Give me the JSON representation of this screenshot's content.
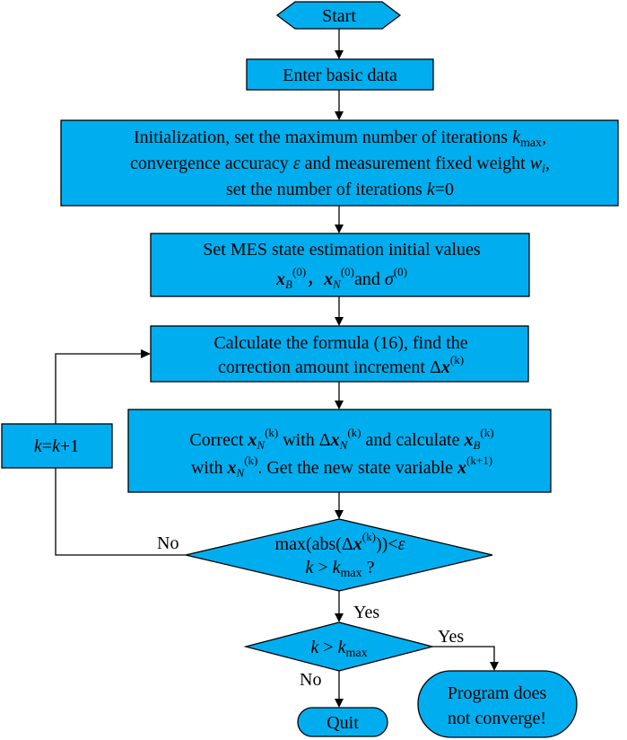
{
  "nodes": {
    "start": "Start",
    "enter": "Enter basic data",
    "init": {
      "line1_a": "Initialization, set the maximum number of iterations ",
      "line1_k": "k",
      "line1_sub": "max",
      "line1_end": ",",
      "line2_a": "convergence accuracy ",
      "line2_eps": "ε",
      "line2_b": " and measurement fixed weight ",
      "line2_w": "w",
      "line2_i": "i",
      "line2_end": ",",
      "line3_a": "set the number of iterations ",
      "line3_k": "k",
      "line3_b": "=0"
    },
    "mes": {
      "line1": "Set MES state estimation initial values",
      "x1": "x",
      "x1_sub": "B",
      "x1_sup": "(0)",
      "sep": "，",
      "x2": "x",
      "x2_sub": "N",
      "x2_sup": "(0)",
      "and": "and ",
      "sigma": "σ",
      "sigma_sup": "(0)"
    },
    "calc": {
      "line1": "Calculate the formula (16), find the",
      "line2_a": "correction amount increment ",
      "delta": "Δ",
      "x": "x",
      "sup": "(k)"
    },
    "correct": {
      "l1_a": "Correct ",
      "l1_x1": "x",
      "l1_x1_sub": "N",
      "l1_x1_sup": "(k)",
      "l1_b": " with ",
      "l1_delta": "Δ",
      "l1_x2": "x",
      "l1_x2_sub": "N",
      "l1_x2_sup": "(k)",
      "l1_c": " and calculate ",
      "l1_x3": "x",
      "l1_x3_sub": "B",
      "l1_x3_sup": "(k)",
      "l2_a": "with ",
      "l2_x": "x",
      "l2_x_sub": "N",
      "l2_x_sup": "(k)",
      "l2_b": ". Get the new state variable ",
      "l2_x2": "x",
      "l2_x2_sup": "(k+1)"
    },
    "loop": {
      "k1": "k",
      "eq": "=",
      "k2": "k",
      "plus": "+1"
    },
    "decision1": {
      "l1_a": "max(abs(Δ",
      "l1_x": "x",
      "l1_sup": "(k)",
      "l1_b": "))<",
      "l1_eps": "ε",
      "l2_k1": "k",
      "l2_gt": " > ",
      "l2_k2": "k",
      "l2_sub": "max",
      "l2_q": " ?"
    },
    "decision2": {
      "k1": "k",
      "gt": " > ",
      "k2": "k",
      "sub": "max"
    },
    "quit": "Quit",
    "noconv": {
      "line1": "Program does",
      "line2": "not converge!"
    }
  },
  "edges": {
    "no1": "No",
    "yes1": "Yes",
    "yes2": "Yes",
    "no2": "No"
  }
}
